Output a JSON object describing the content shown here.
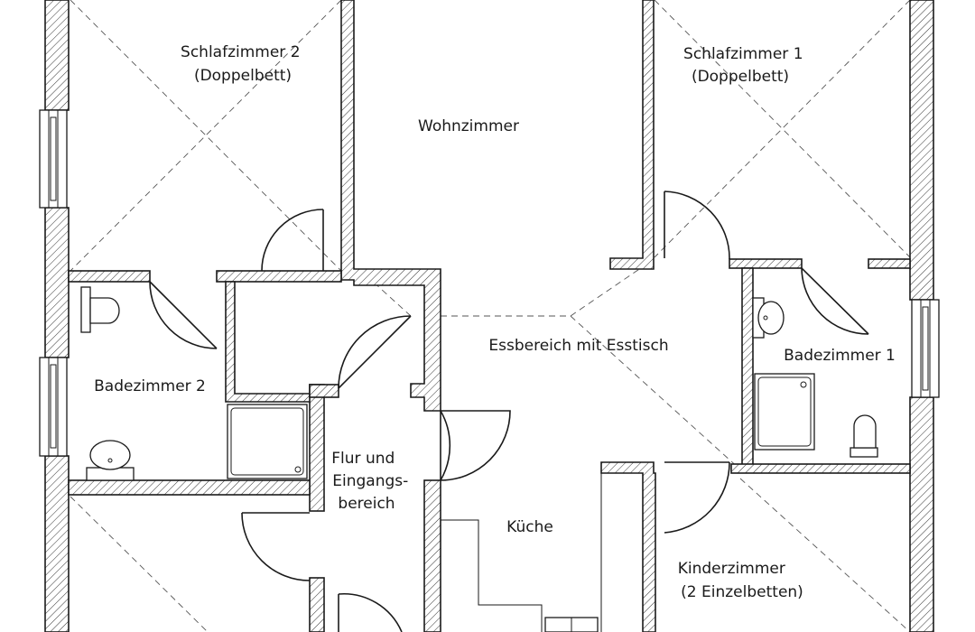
{
  "rooms": {
    "bedroom2": [
      "Schlafzimmer 2",
      "(Doppelbett)"
    ],
    "living": "Wohnzimmer",
    "bedroom1": [
      "Schlafzimmer 1",
      "(Doppelbett)"
    ],
    "dining": "Essbereich mit Esstisch",
    "bath1": "Badezimmer 1",
    "bath2": "Badezimmer 2",
    "hall": [
      "Flur und",
      "Eingangs-",
      "bereich"
    ],
    "kitchen": "Küche",
    "kids": [
      "Kinderzimmer",
      "(2 Einzelbetten)"
    ]
  },
  "colors": {
    "line": "#1a1a1a",
    "background": "#ffffff"
  }
}
